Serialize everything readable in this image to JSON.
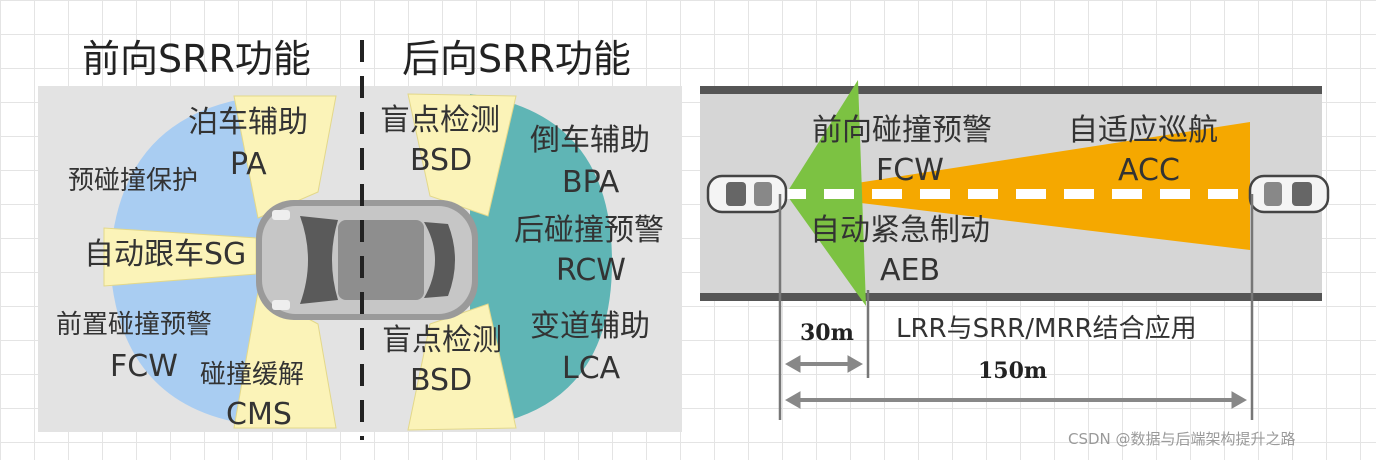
{
  "left_panel": {
    "front_title": "前向SRR功能",
    "rear_title": "后向SRR功能",
    "front_functions": {
      "pa_cn": "泊车辅助",
      "pa_en": "PA",
      "pre_crash_cn": "预碰撞保护",
      "sg": "自动跟车SG",
      "fcw_cn": "前置碰撞预警",
      "fcw_en": "FCW",
      "cms_cn": "碰撞缓解",
      "cms_en": "CMS"
    },
    "rear_functions": {
      "bsd_top_cn": "盲点检测",
      "bsd_top_en": "BSD",
      "bpa_cn": "倒车辅助",
      "bpa_en": "BPA",
      "rcw_cn": "后碰撞预警",
      "rcw_en": "RCW",
      "bsd_bottom_cn": "盲点检测",
      "bsd_bottom_en": "BSD",
      "lca_cn": "变道辅助",
      "lca_en": "LCA"
    },
    "colors": {
      "front_blue": "#a9cdf2",
      "side_yellow": "#fbf3b8",
      "rear_teal": "#5fb5b5",
      "panel_bg": "#e3e3e3"
    }
  },
  "right_panel": {
    "fcw_cn": "前向碰撞预警",
    "fcw_en": "FCW",
    "acc_cn": "自适应巡航",
    "acc_en": "ACC",
    "aeb_cn": "自动紧急制动",
    "aeb_en": "AEB",
    "dist_30": "30m",
    "lrr_note": "LRR与SRR/MRR结合应用",
    "dist_150": "150m",
    "colors": {
      "acc_orange": "#f5a800",
      "aeb_green": "#7cc242",
      "road": "#d6d6d6",
      "road_edge": "#555555"
    }
  },
  "watermark": "CSDN @数据与后端架构提升之路"
}
